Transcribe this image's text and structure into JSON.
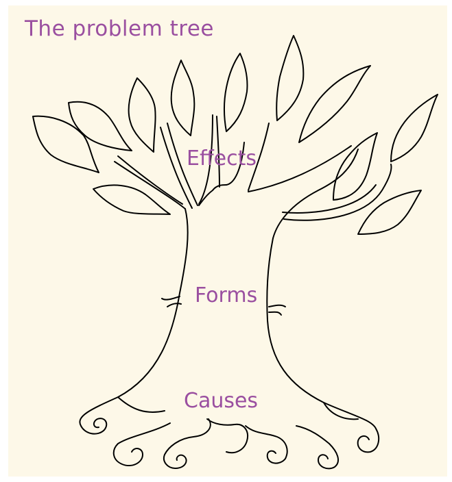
{
  "title": "The problem tree",
  "labels": {
    "effects": "Effects",
    "forms": "Forms",
    "causes": "Causes"
  },
  "colors": {
    "background": "#fdf8e8",
    "label_text": "#9a4fa0",
    "outline": "#000000"
  },
  "icons": {
    "tree": "tree-icon",
    "leaf": "leaf-icon"
  }
}
